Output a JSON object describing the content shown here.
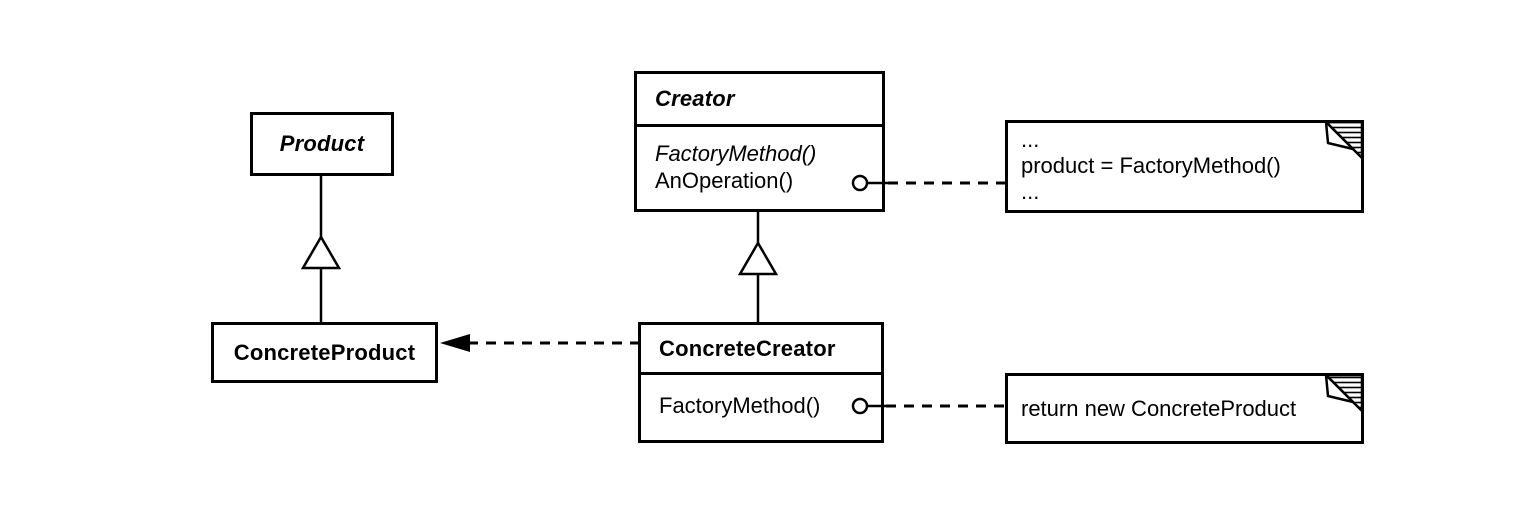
{
  "background": "#ffffff",
  "ink_color": "#000000",
  "classes": {
    "product": {
      "name": "Product",
      "abstract": true
    },
    "creator": {
      "name": "Creator",
      "abstract": true,
      "methods": [
        {
          "text": "FactoryMethod()",
          "abstract": true
        },
        {
          "text": "AnOperation()",
          "abstract": false
        }
      ]
    },
    "concrete_product": {
      "name": "ConcreteProduct",
      "abstract": false
    },
    "concrete_creator": {
      "name": "ConcreteCreator",
      "abstract": false,
      "methods": [
        {
          "text": "FactoryMethod()",
          "abstract": false
        }
      ]
    }
  },
  "notes": {
    "creator_note": {
      "lines": [
        "...",
        "product = FactoryMethod()",
        "..."
      ]
    },
    "concrete_creator_note": {
      "lines": [
        "return new ConcreteProduct"
      ]
    }
  },
  "relationships": [
    {
      "type": "generalization",
      "from": "ConcreteProduct",
      "to": "Product",
      "line": "solid",
      "head": "hollow-triangle"
    },
    {
      "type": "generalization",
      "from": "ConcreteCreator",
      "to": "Creator",
      "line": "solid",
      "head": "hollow-triangle"
    },
    {
      "type": "creates",
      "from": "ConcreteCreator",
      "to": "ConcreteProduct",
      "line": "dashed",
      "head": "filled-arrow"
    },
    {
      "type": "note-link",
      "from": "Creator.AnOperation()",
      "to": "creator_note",
      "line": "dashed",
      "tail": "circle"
    },
    {
      "type": "note-link",
      "from": "ConcreteCreator.FactoryMethod()",
      "to": "concrete_creator_note",
      "line": "dashed",
      "tail": "circle"
    }
  ]
}
